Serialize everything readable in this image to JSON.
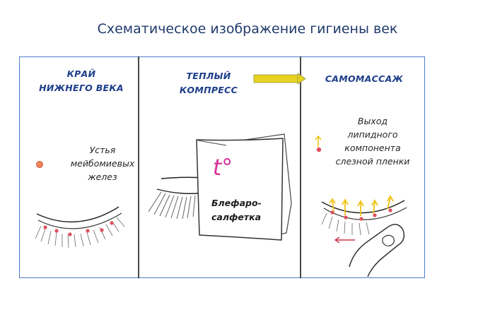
{
  "title": "Схематическое изображение гигиены век",
  "colors": {
    "title": "#1f3a6b",
    "frame": "#4a7cc9",
    "header_text": "#1d3e8a",
    "gland_dot": "#e0505f",
    "lipid_arrow": "#f0c419",
    "process_arrow": "#e7d320",
    "temperature_mark": "#d8329a",
    "massage_arrow": "#c9354a"
  },
  "panels": [
    {
      "header": [
        "КРАЙ",
        "НИЖНЕГО ВЕКА"
      ],
      "note": [
        "Устья",
        "мейбомиевых",
        "желез"
      ]
    },
    {
      "header": [
        "ТЕПЛЫЙ",
        "КОМПРЕСС"
      ],
      "napkin_label": [
        "Блефаро-",
        "салфетка"
      ],
      "temperature_symbol": "t°"
    },
    {
      "header": [
        "САМОМАССАЖ"
      ],
      "note": [
        "Выход",
        "липидного",
        "компонента",
        "слезной пленки"
      ]
    }
  ],
  "icons": [
    "gland-opening-dot-icon",
    "upward-arrow-icon",
    "process-arrow-icon",
    "fingertip-icon",
    "left-arrow-icon"
  ]
}
